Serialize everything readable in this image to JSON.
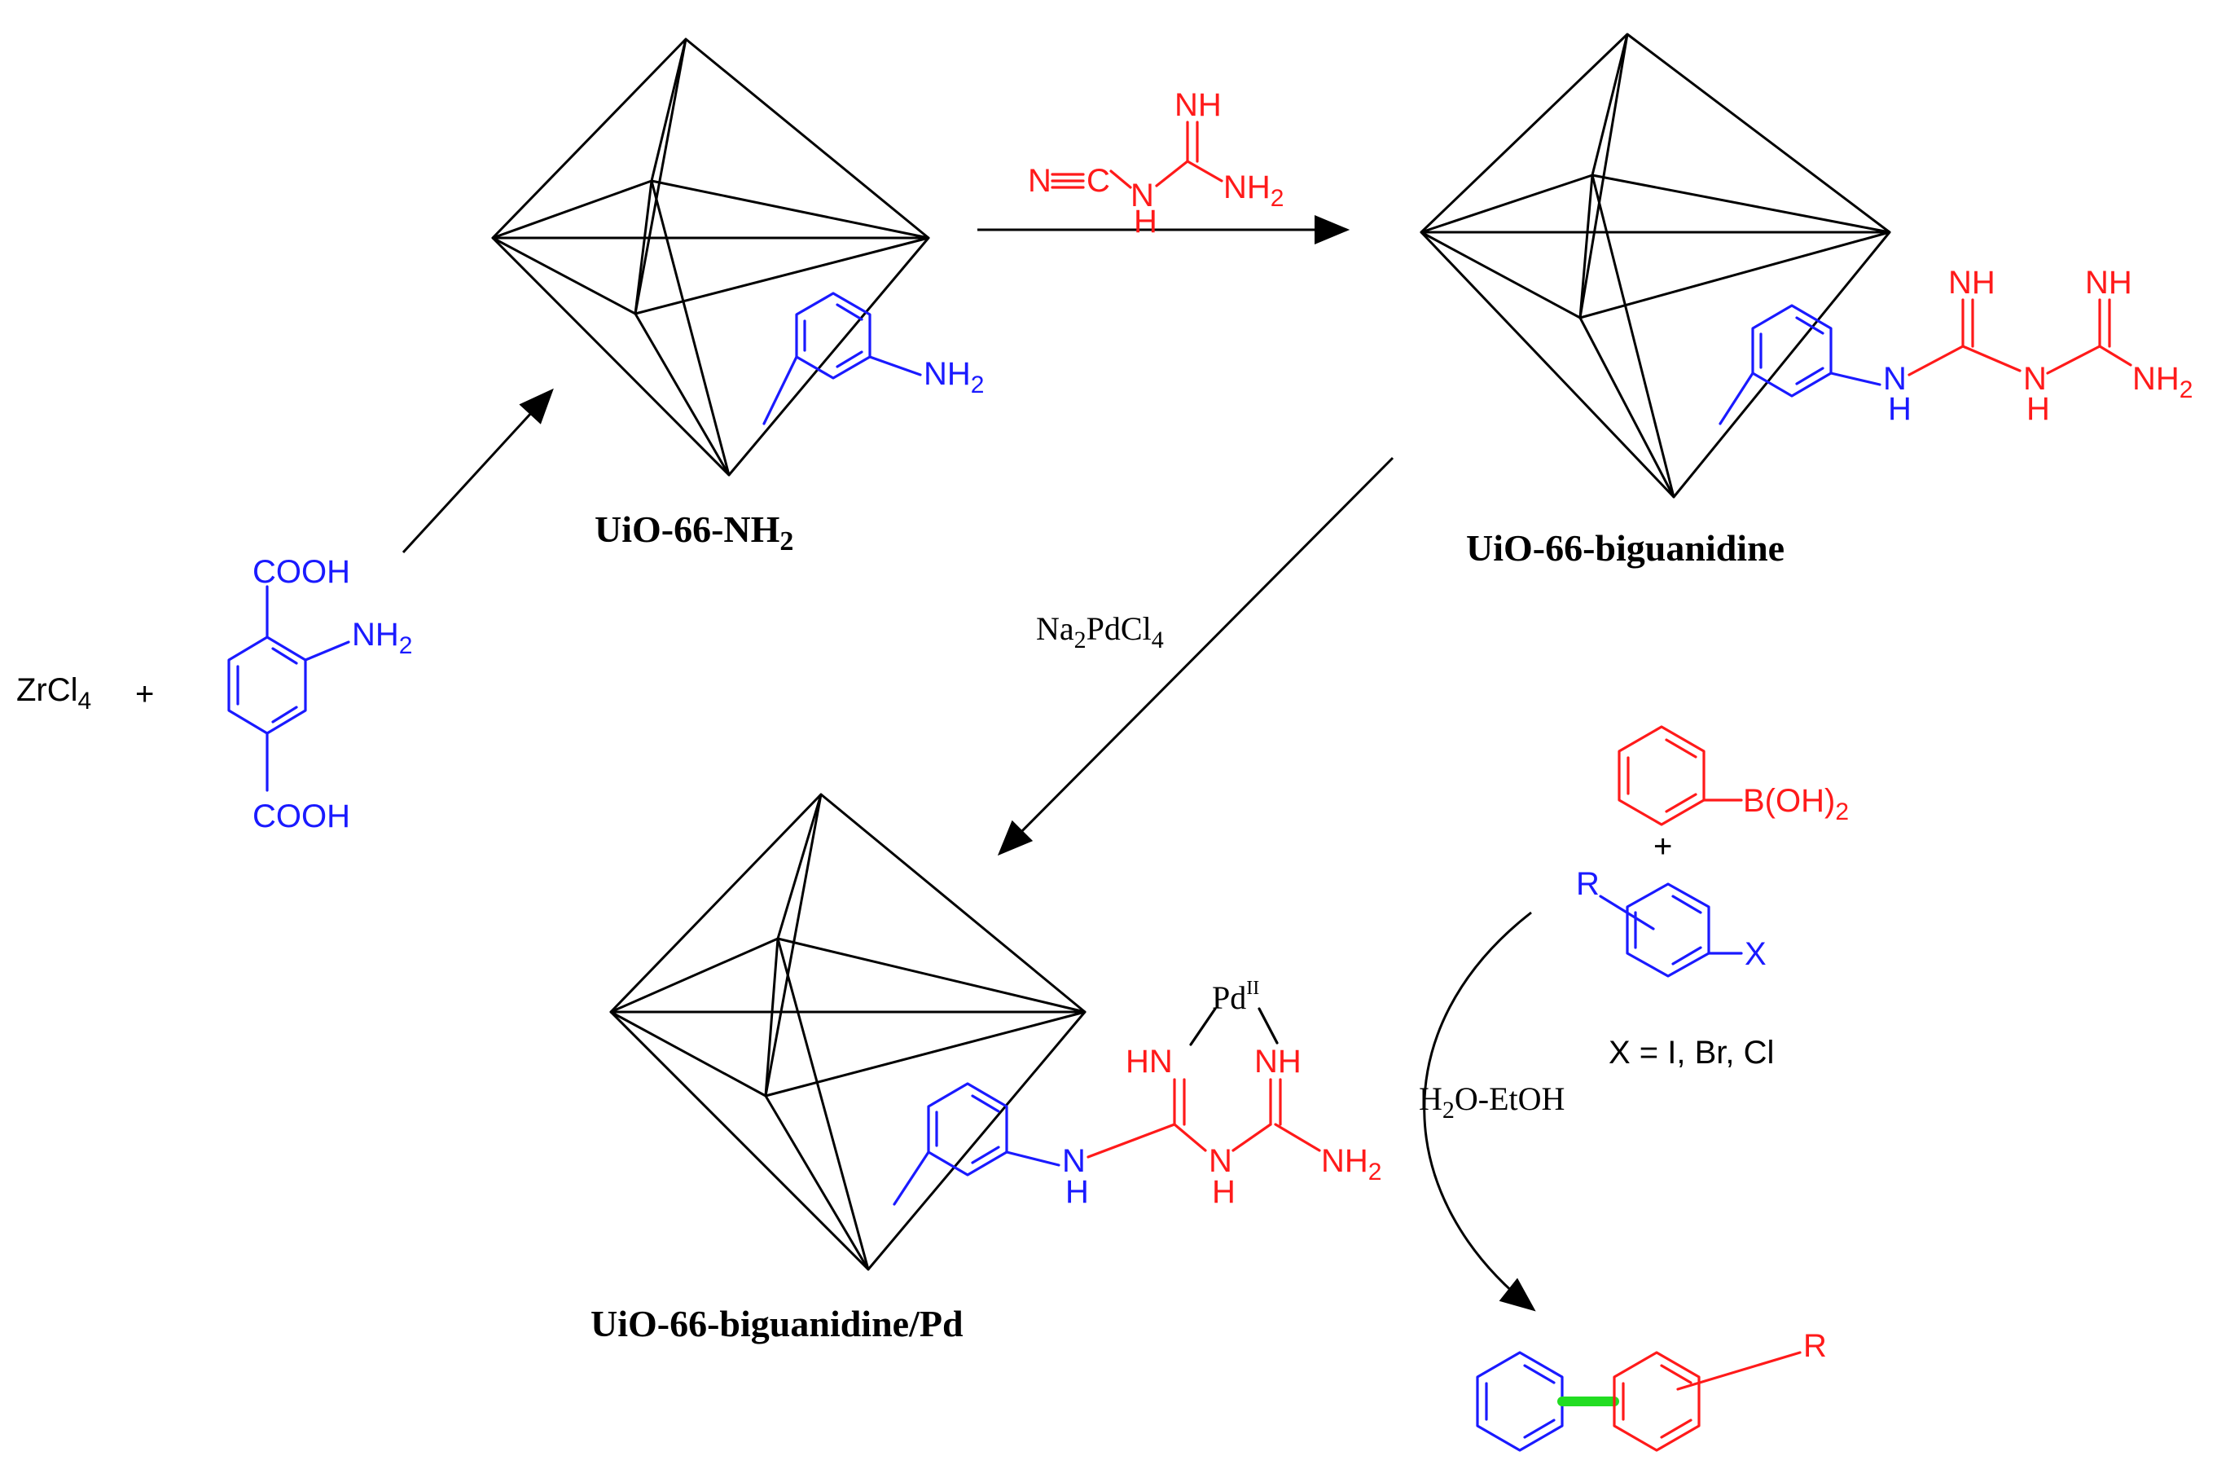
{
  "colors": {
    "frame": "#000000",
    "blue": "#1a1aff",
    "red": "#ff1a1a",
    "green": "#22dd22"
  },
  "labels": {
    "mof1": "UiO-66-NH",
    "mof1_sub": "2",
    "mof2": "UiO-66-biguanidine",
    "mof3": "UiO-66-biguanidine/Pd",
    "zrcl": "ZrCl",
    "zrcl_sub": "4",
    "plus": "+",
    "na": "Na",
    "na_sub": "2",
    "pdcl": "PdCl",
    "pdcl_sub": "4",
    "solvent_h": "H",
    "solvent_sub": "2",
    "solvent_rest": "O-EtOH",
    "x_def": "X = I, Br, Cl"
  },
  "atoms": {
    "cooh": "COOH",
    "nh2": "NH",
    "sub2": "2",
    "nh": "NH",
    "h": "H",
    "n": "N",
    "n_cyano": "N",
    "c": "C",
    "pd": "Pd",
    "pd_sup": "II",
    "boh": "B(OH)",
    "r": "R",
    "x": "X"
  }
}
